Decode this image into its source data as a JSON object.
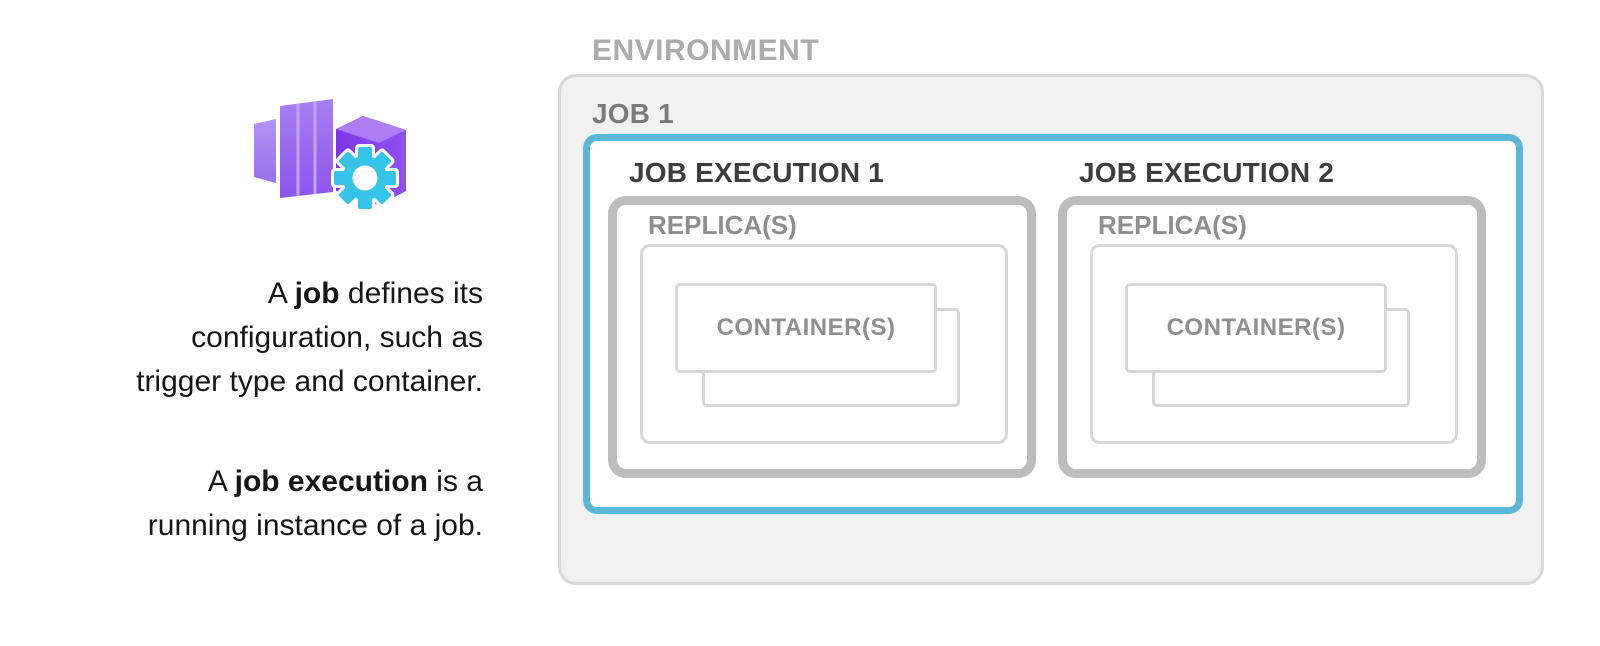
{
  "info_panel": {
    "icon": "container-apps-job-icon",
    "paragraph1": {
      "line1_pre": "A ",
      "line1_bold": "job",
      "line1_post": " defines its",
      "line2": "configuration, such as",
      "line3": "trigger type and container."
    },
    "paragraph2": {
      "line1_pre": "A ",
      "line1_bold": "job execution",
      "line1_post": " is a",
      "line2": "running instance of a job."
    }
  },
  "diagram": {
    "environment_label": "ENVIRONMENT",
    "job_label": "JOB 1",
    "executions": [
      {
        "label": "JOB EXECUTION 1",
        "replica_label": "REPLICA(S)",
        "container_label": "CONTAINER(S)"
      },
      {
        "label": "JOB EXECUTION 2",
        "replica_label": "REPLICA(S)",
        "container_label": "CONTAINER(S)"
      }
    ]
  },
  "colors": {
    "job_border_teal": "#5BB7D7",
    "execution_border_gray": "#BDBDBD",
    "environment_fill": "#F1F1F1",
    "environment_border": "#D9D9D9",
    "replica_border": "#D8D8D8",
    "container_border": "#D6D6D6",
    "environment_label": "#ACACAC",
    "job_label": "#7A7A7A",
    "execution_label": "#3E3E3E",
    "replica_label": "#8E8E8E",
    "container_label": "#8F8F8F",
    "caption_text": "#161616",
    "icon_purple_light": "#AC7DF3",
    "icon_purple": "#8C55EC",
    "icon_purple_dark": "#7C36E9",
    "icon_cyan": "#35C4E7"
  }
}
